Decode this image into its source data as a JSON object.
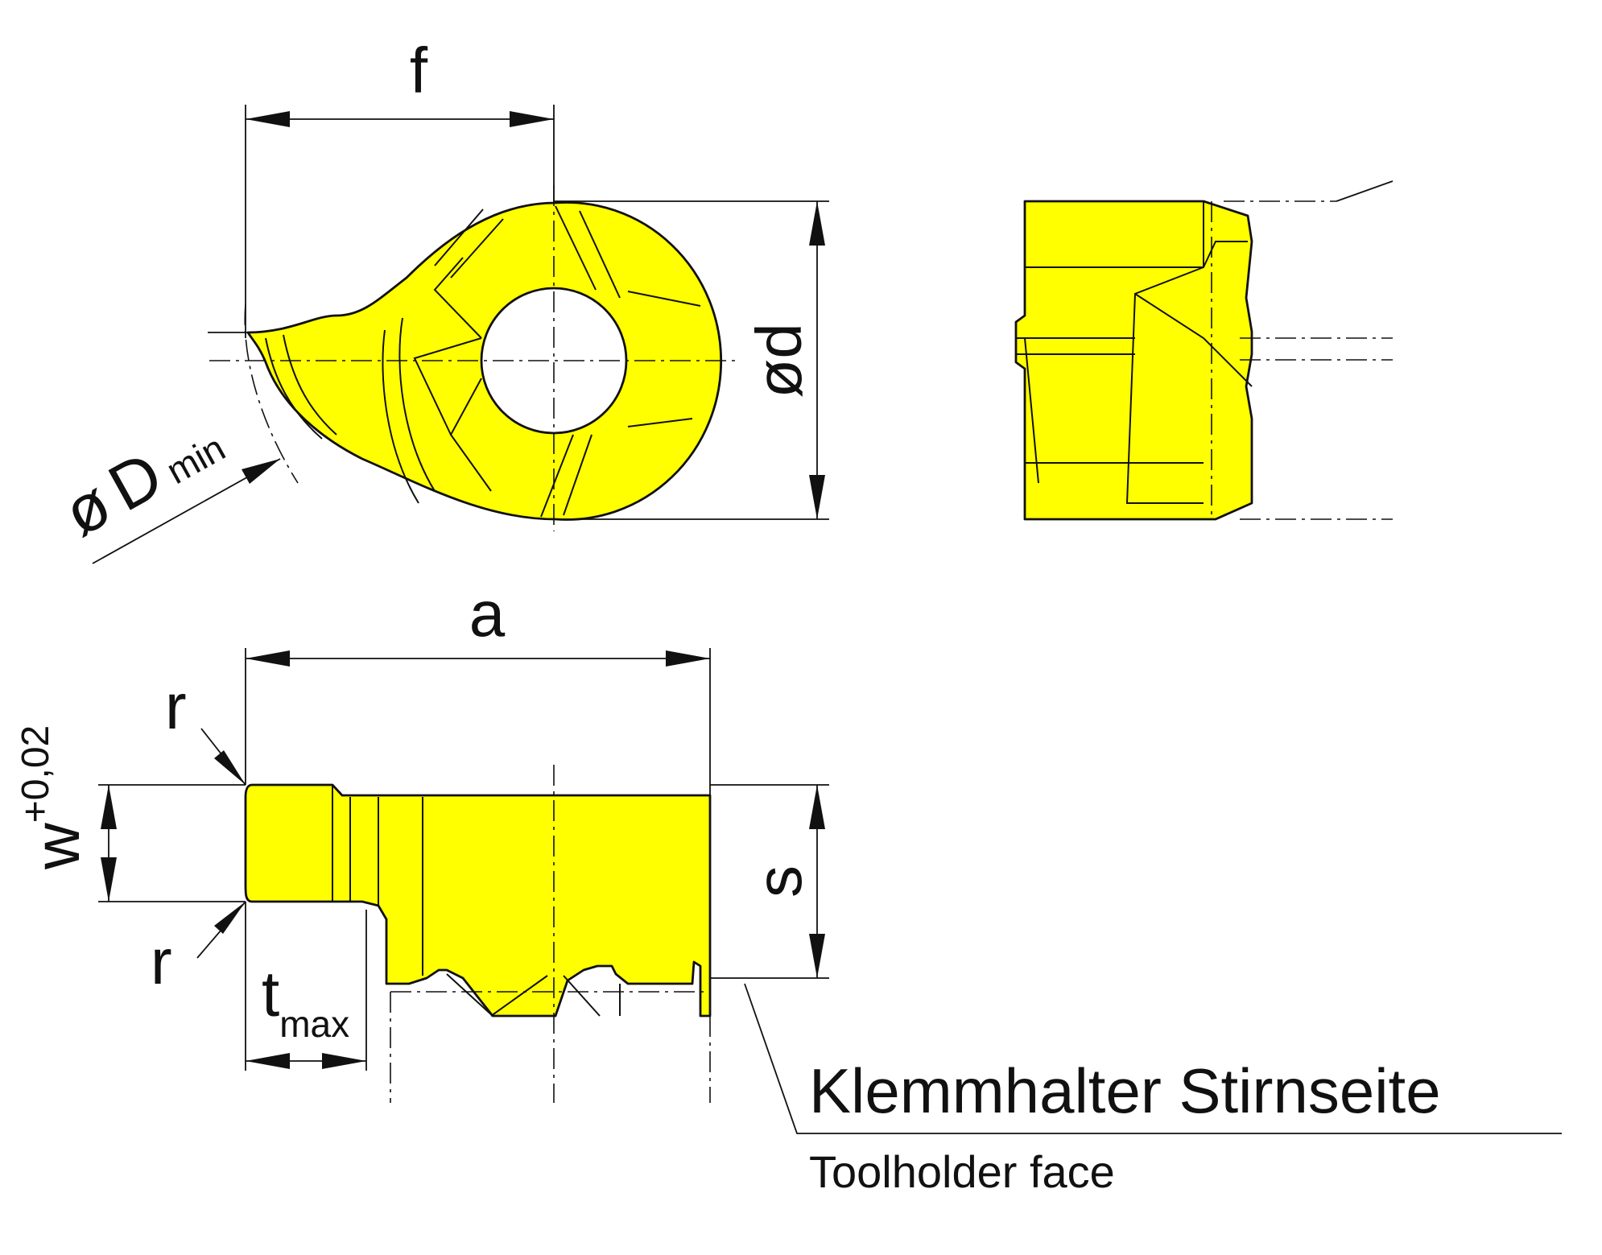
{
  "labels": {
    "f": "f",
    "d": "ød",
    "D_prefix": "ø",
    "D_main": "D",
    "D_sub": "min",
    "a": "a",
    "r_top": "r",
    "r_bottom": "r",
    "w_main": "w",
    "w_tol": "+0,02",
    "s": "s",
    "t_main": "t",
    "t_sub": "max",
    "caption_de": "Klemmhalter Stirnseite",
    "caption_en": "Toolholder face"
  },
  "colors": {
    "insert_fill": "#ffff00",
    "line": "#111111",
    "background": "#ffffff"
  }
}
